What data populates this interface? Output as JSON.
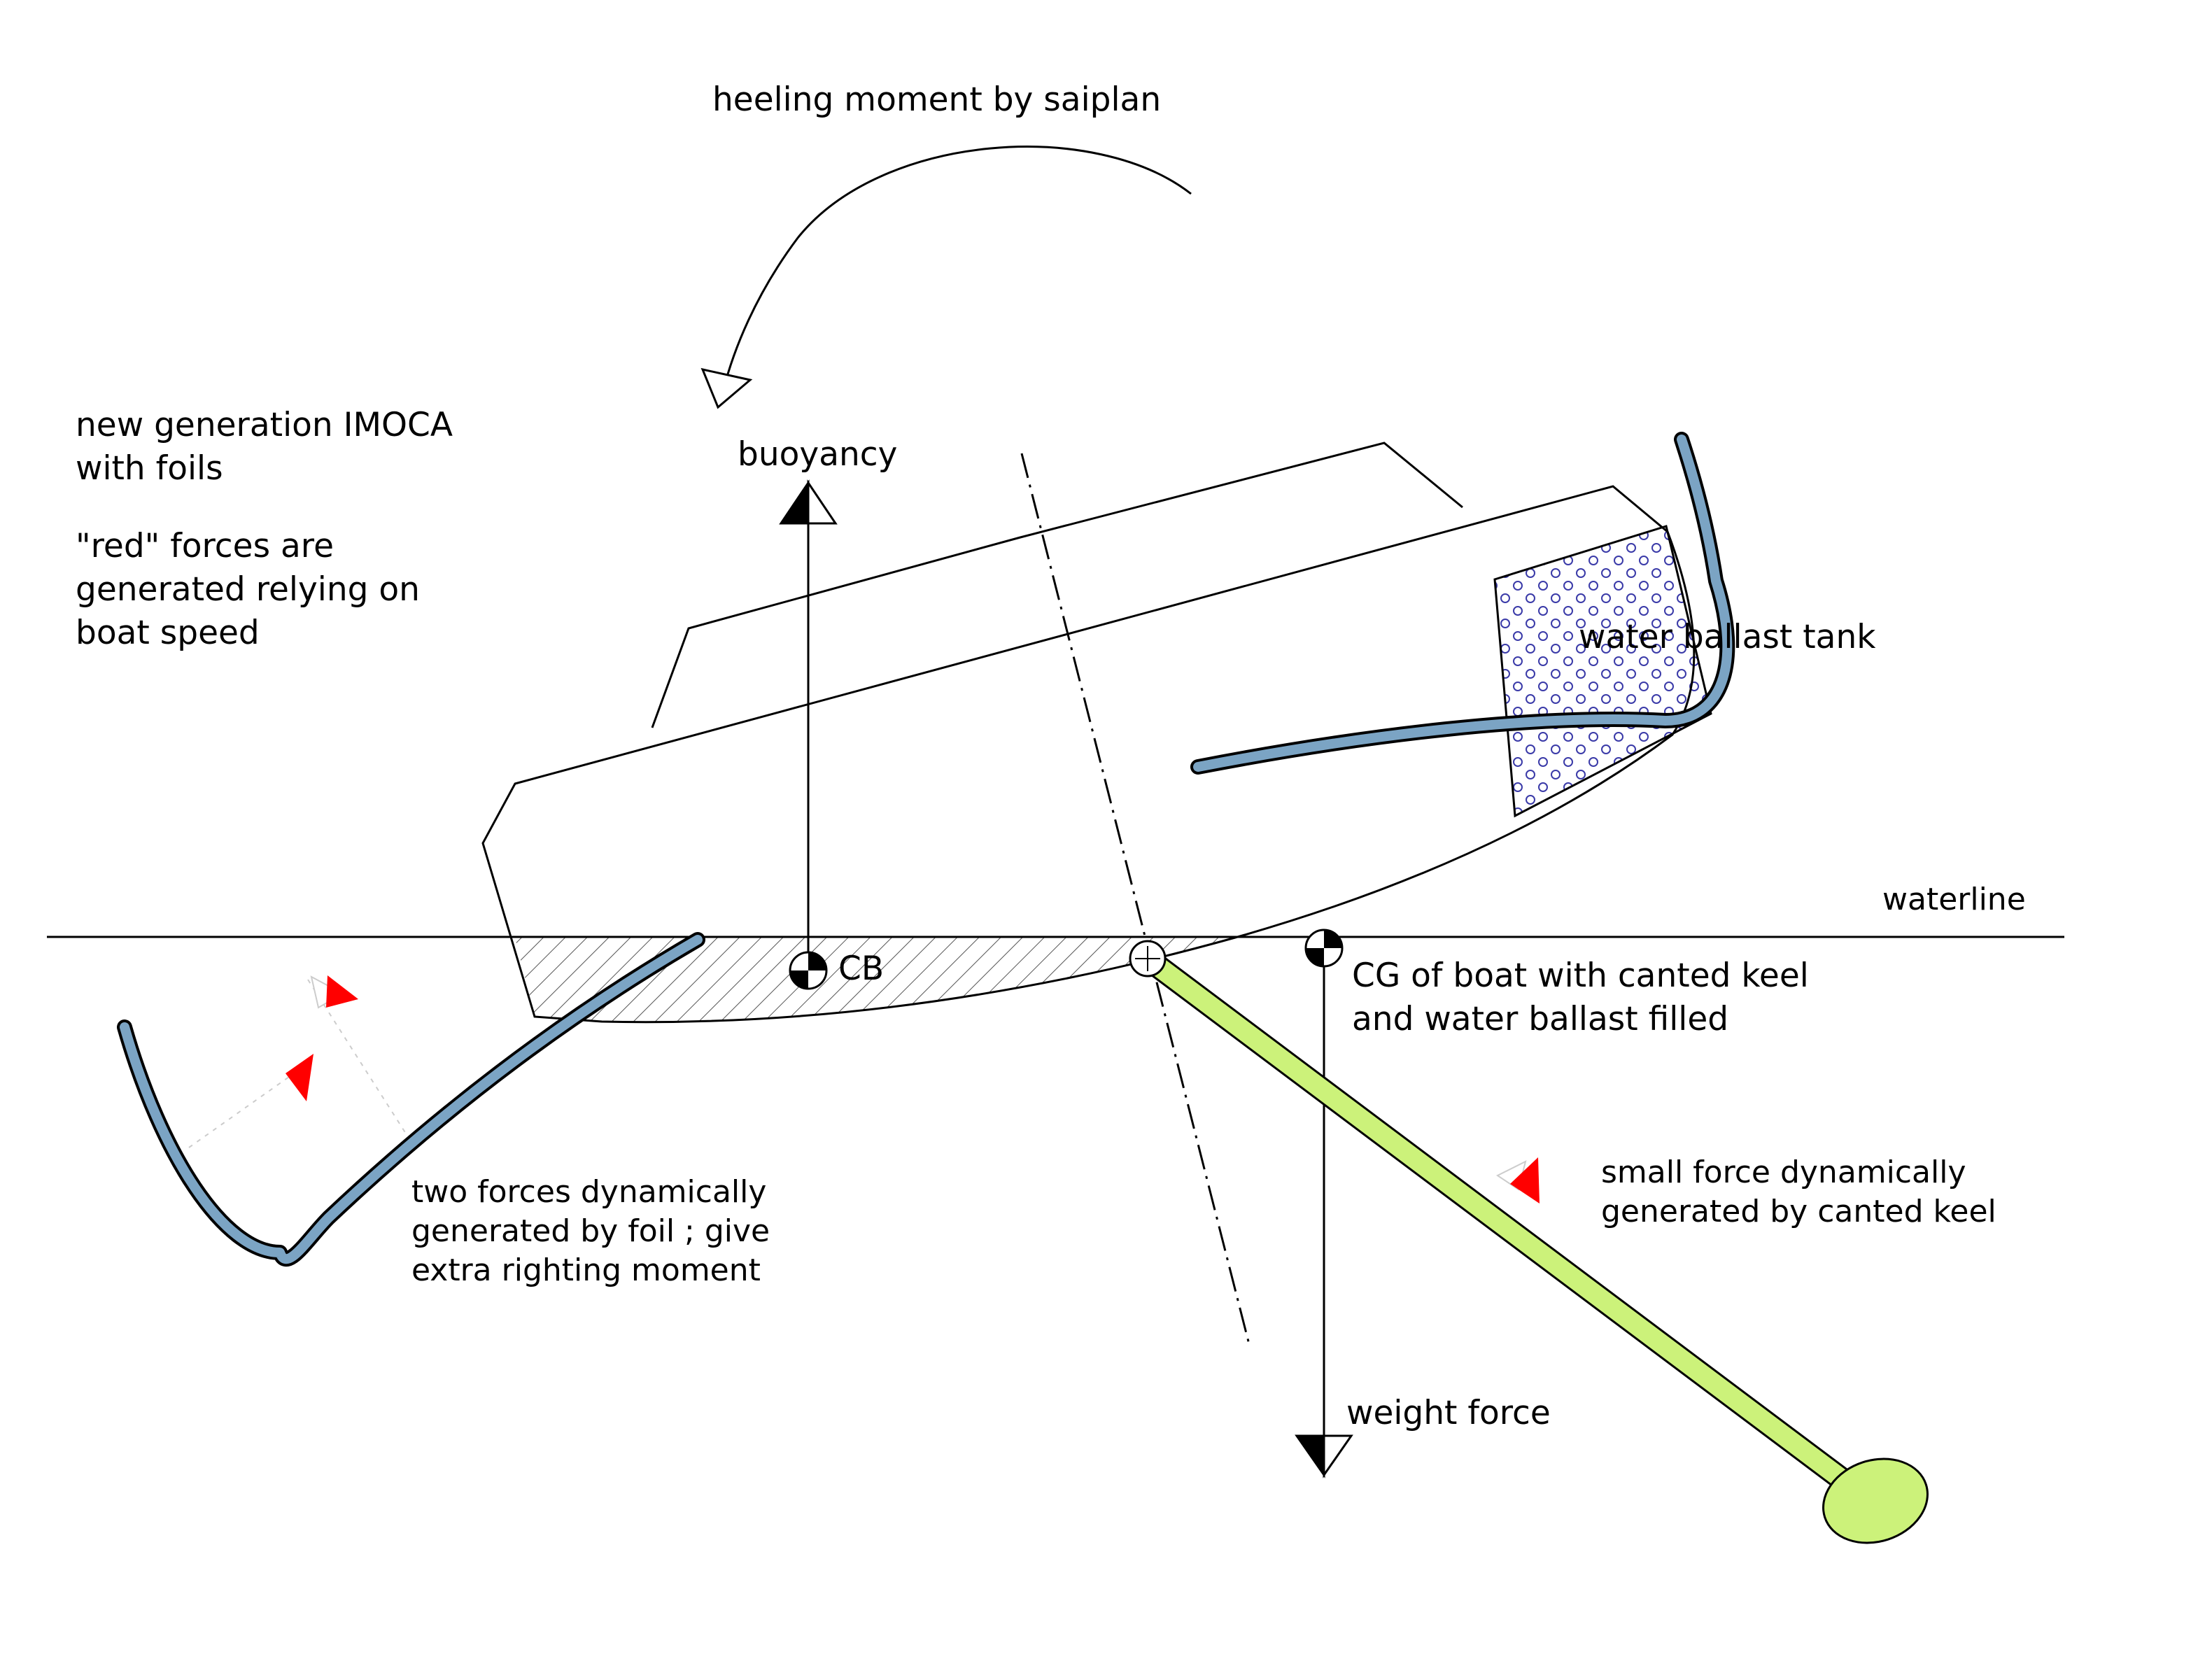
{
  "labels": {
    "heeling_moment": "heeling moment by saiplan",
    "title_line1": "new generation IMOCA",
    "title_line2": "with foils",
    "red_note_line1": "\"red\" forces are",
    "red_note_line2": "generated relying on",
    "red_note_line3": "boat speed",
    "buoyancy": "buoyancy",
    "water_ballast": "water ballast tank",
    "waterline": "waterline",
    "cb": "CB",
    "cg_line1": "CG of boat with canted keel",
    "cg_line2": "and water ballast filled",
    "foil_note_line1": "two forces dynamically",
    "foil_note_line2": "generated by foil ; give",
    "foil_note_line3": "extra righting moment",
    "keel_note_line1": "small force dynamically",
    "keel_note_line2": "generated by canted keel",
    "weight_force": "weight force"
  },
  "colors": {
    "foil": "#7ba4c4",
    "keel": "#ccf27a",
    "dynamic_force": "#ff0000",
    "ballast_dots": "#3a3aa8",
    "line": "#000000"
  }
}
